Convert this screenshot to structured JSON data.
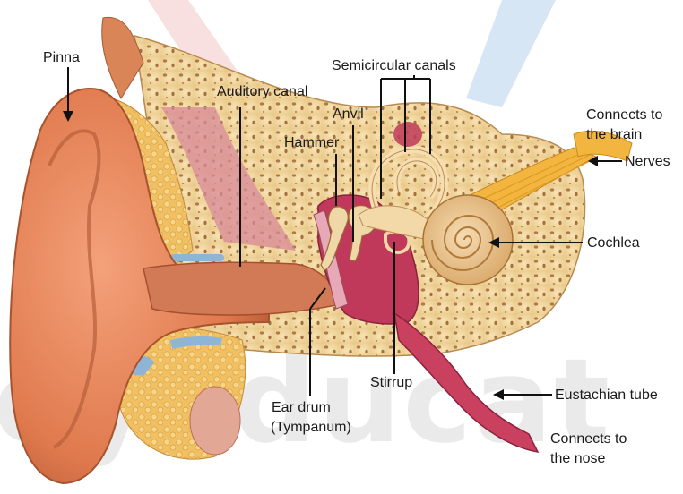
{
  "watermark": "eyEducat",
  "labels": {
    "pinna": "Pinna",
    "auditory_canal": "Auditory canal",
    "semicircular_canals": "Semicircular canals",
    "anvil": "Anvil",
    "hammer": "Hammer",
    "connects_brain_1": "Connects to",
    "connects_brain_2": "the brain",
    "nerves": "Nerves",
    "cochlea": "Cochlea",
    "stirrup": "Stirrup",
    "ear_drum_1": "Ear drum",
    "ear_drum_2": "(Tympanum)",
    "eustachian_tube": "Eustachian tube",
    "connects_nose_1": "Connects to",
    "connects_nose_2": "the nose"
  },
  "colors": {
    "skin": "#e8875e",
    "skin_dark": "#c2603b",
    "bone": "#f3d9a4",
    "bone_pore": "#a8743f",
    "fat": "#f2c46a",
    "canal": "#c98ea0",
    "middle_ear": "#c0395a",
    "nerve": "#f2b640",
    "cartilage": "#8fb5d6"
  }
}
